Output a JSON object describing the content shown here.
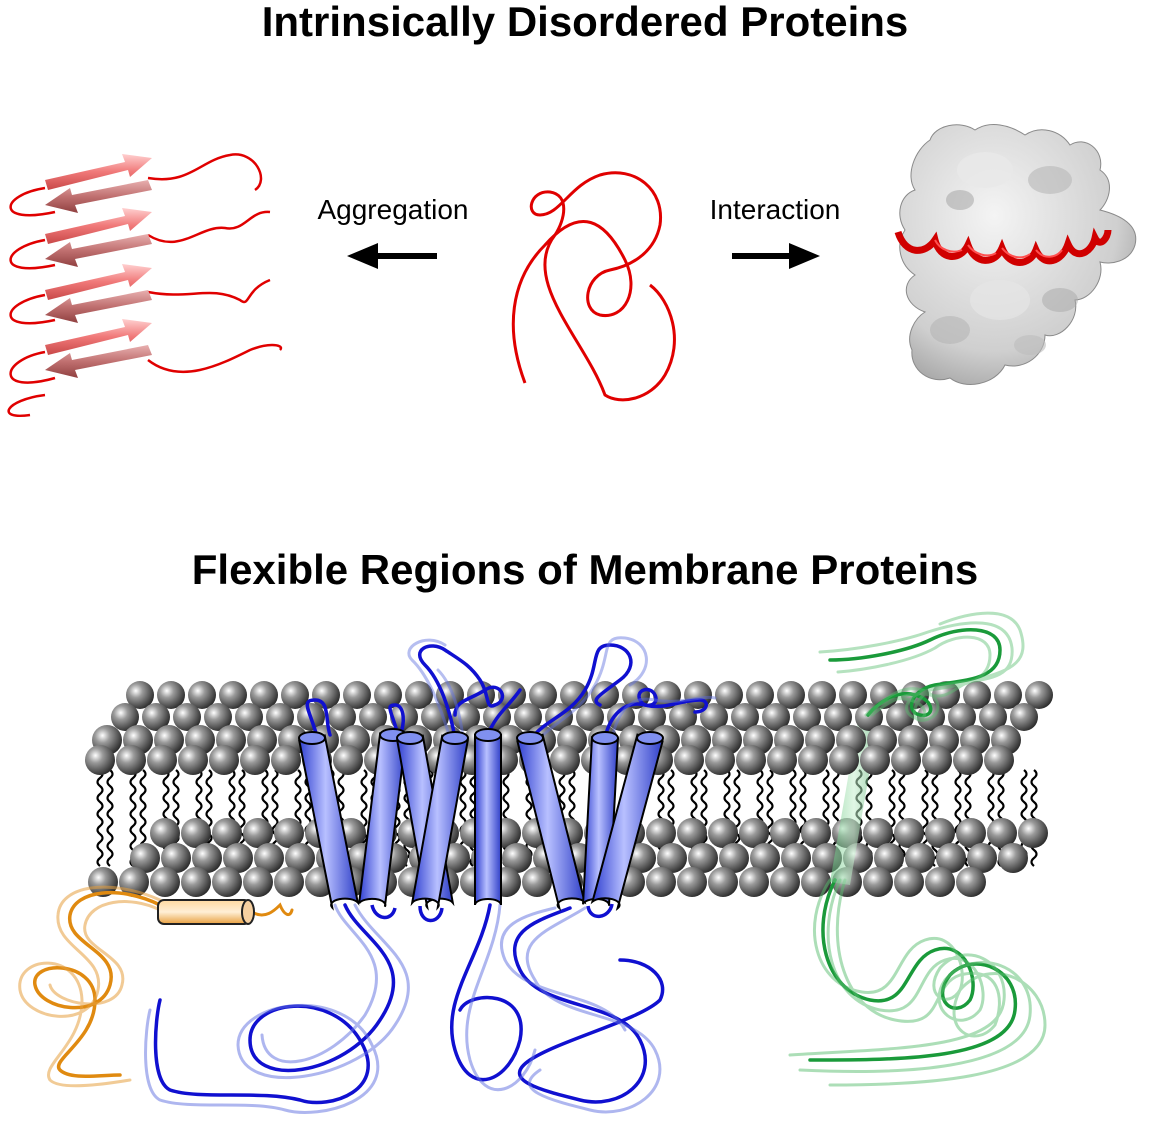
{
  "titles": {
    "top": "Intrinsically Disordered Proteins",
    "bottom": "Flexible Regions of Membrane Proteins"
  },
  "labels": {
    "aggregation": "Aggregation",
    "interaction": "Interaction"
  },
  "colors": {
    "disordered_chain": "#e00000",
    "beta_strand": "#f2a0a0",
    "protein_surface": "#d6d6d6",
    "lipid_head": "#555555",
    "helix_blue": "#7080f0",
    "loop_blue": "#1010d0",
    "orange": "#e08a10",
    "green": "#1a9a3a"
  }
}
